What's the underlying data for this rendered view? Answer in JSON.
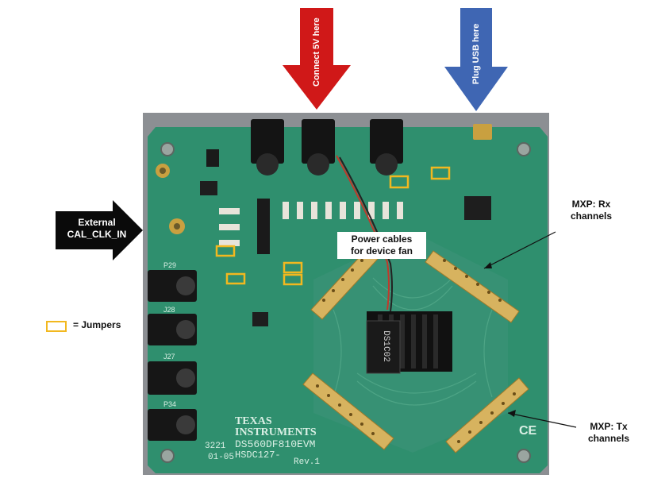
{
  "annotations": {
    "connect_5v": "Connect 5V here",
    "plug_usb": "Plug USB here",
    "external_clk": "External\nCAL_CLK_IN",
    "power_cables": "Power cables\nfor device fan",
    "mxp_rx": "MXP: Rx\nchannels",
    "mxp_tx": "MXP: Tx\nchannels",
    "jumpers_legend": "= Jumpers"
  },
  "board": {
    "brand_line1": "TEXAS",
    "brand_line2": "INSTRUMENTS",
    "model": "DS560DF810EVM",
    "part": "HSDC127-",
    "rev": "Rev.1",
    "date_code_1": "3221",
    "date_code_2": "01-05",
    "heatsink_text": "DS1C02",
    "silk_p29": "P29",
    "silk_j28": "J28",
    "silk_j27": "J27",
    "silk_p34": "P34",
    "ce_mark": "CE"
  },
  "colors": {
    "arrow_red": "#d01818",
    "arrow_blue": "#3f66b3",
    "arrow_black": "#0a0a0a",
    "pcb_green": "#2f8f6e",
    "jumper_box": "#f2b81f"
  }
}
